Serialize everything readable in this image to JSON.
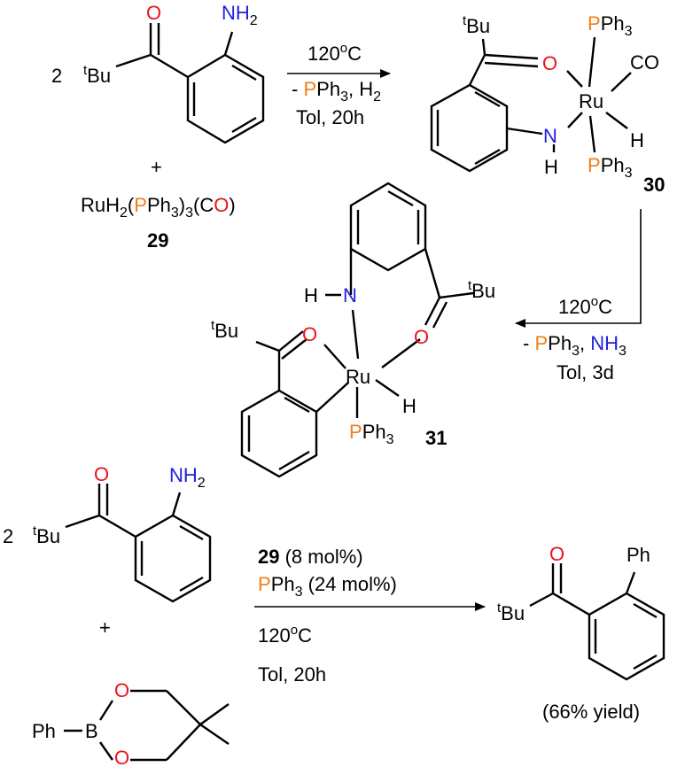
{
  "scheme": {
    "top": {
      "coefficient": "2",
      "tbu": "Bu",
      "tbu_sup": "t",
      "o": "O",
      "nh2_n": "NH",
      "nh2_sub": "2",
      "plus": "+",
      "ru_complex": {
        "ru": "RuH",
        "h_sub": "2",
        "open": "(",
        "p": "P",
        "ph3": "Ph",
        "ph3_sub": "3",
        "close_sub": "3",
        "co_open": "(C",
        "o": "O",
        "co_close": ")"
      },
      "label_29": "29",
      "arrow1": {
        "temp": "120",
        "temp_sup": "o",
        "temp_unit": "C",
        "minus": "- ",
        "p": "P",
        "ph3": "Ph",
        "ph3_sub": "3",
        "h2": ", H",
        "h2_sub": "2",
        "solvent": "Tol, 20h"
      }
    },
    "complex30": {
      "tbu": "Bu",
      "tbu_sup": "t",
      "o": "O",
      "ru": "Ru",
      "n": "N",
      "h_n": "H",
      "h_ru": "H",
      "co": "CO",
      "p_top": "P",
      "ph3_top": "Ph",
      "ph3_top_sub": "3",
      "p_bottom": "P",
      "ph3_bottom": "Ph",
      "ph3_bottom_sub": "3",
      "label": "30"
    },
    "arrow2": {
      "temp": "120",
      "temp_sup": "o",
      "temp_unit": "C",
      "minus": "- ",
      "p": "P",
      "ph3": "Ph",
      "ph3_sub": "3",
      "comma": ", ",
      "nh3_n": "NH",
      "nh3_sub": "3",
      "solvent": "Tol, 3d"
    },
    "complex31": {
      "h_n": "H",
      "n": "N",
      "tbu_right": "Bu",
      "tbu_right_sup": "t",
      "o_right": "O",
      "tbu_left": "Bu",
      "tbu_left_sup": "t",
      "o_left": "O",
      "ru": "Ru",
      "h_ru": "H",
      "p": "P",
      "ph3": "Ph",
      "ph3_sub": "3",
      "label": "31"
    },
    "bottom": {
      "coefficient": "2",
      "tbu": "Bu",
      "tbu_sup": "t",
      "o": "O",
      "nh2_n": "NH",
      "nh2_sub": "2",
      "plus": "+",
      "boronate": {
        "ph": "Ph",
        "b": "B",
        "o_top": "O",
        "o_bottom": "O"
      },
      "arrow3": {
        "cat_bold": "29",
        "cat_rest": " (8 mol%)",
        "p": "P",
        "ph3": "Ph",
        "ph3_sub": "3",
        "ph3_rest": " (24 mol%)",
        "temp": "120",
        "temp_sup": "o",
        "temp_unit": "C",
        "solvent": "Tol, 20h"
      },
      "product": {
        "o": "O",
        "ph": "Ph",
        "tbu": "Bu",
        "tbu_sup": "t",
        "yield": "(66% yield)"
      }
    }
  }
}
